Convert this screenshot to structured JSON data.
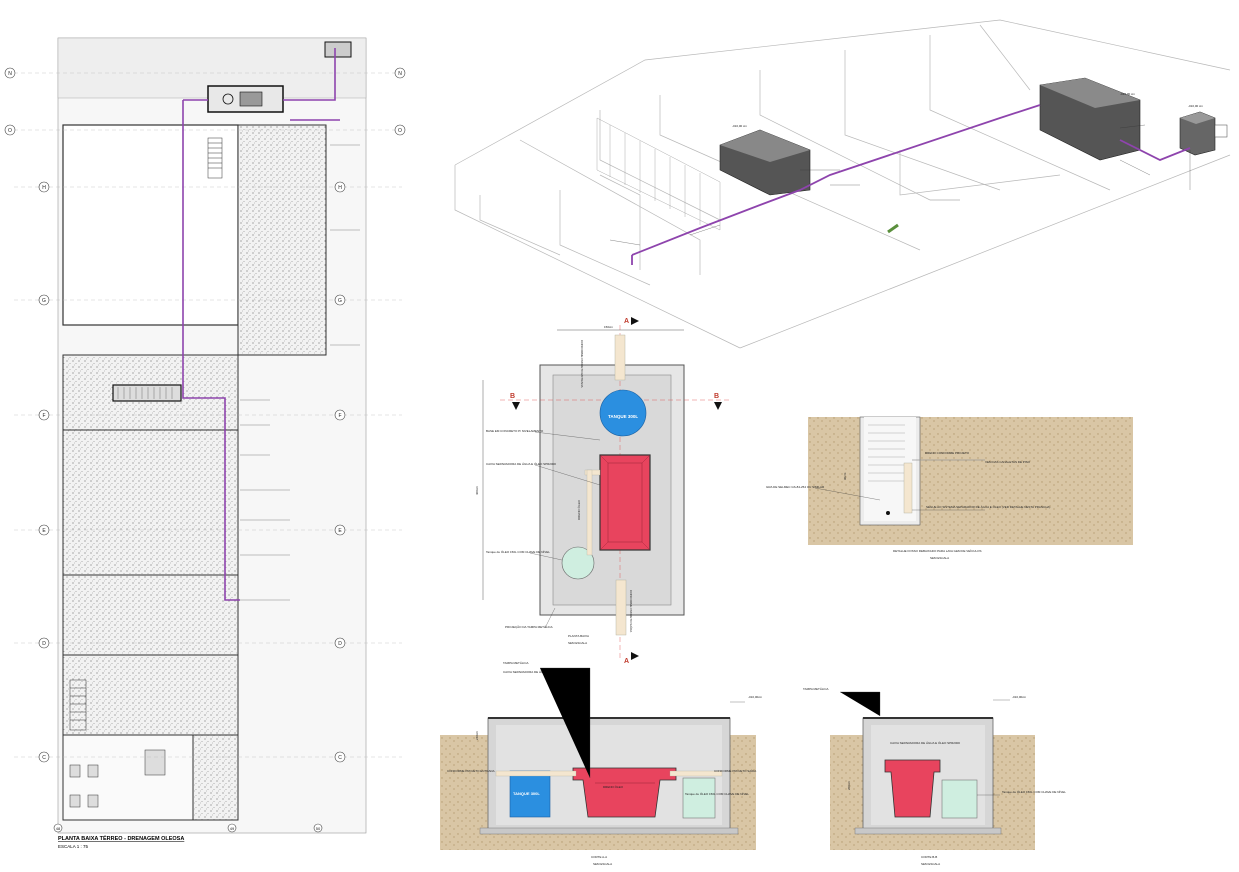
{
  "plan": {
    "title": "PLANTA BAIXA TÉRREO - DRENAGEM OLEOSA",
    "scale": "ESCALA 1 : 75",
    "grid_labels": [
      "N",
      "O",
      "H",
      "G",
      "F",
      "E",
      "D",
      "C"
    ],
    "bottom_grid": [
      "48",
      "49",
      "50"
    ]
  },
  "detail_plan": {
    "dim_top": "150cm",
    "dim_side": "400cm",
    "section_a": "A",
    "section_b": "B",
    "tank": "TANQUE 300L",
    "base": "BASE EM CONCRETO P/ NIVELAMENTO",
    "separator": "CAIXA SEPARADORA DE ÁGUA E ÓLEO SPR2000",
    "oil_tank": "Tanque de ÓLEO 150L COM CHAVE DE NÍVEL",
    "drain": "DRENO ÓLEO",
    "lid_projection": "PROJEÇÃO DA TAMPA METÁLICA",
    "conform_top": "CONFORME PROJETO ENTRADA",
    "conform_bottom": "CONFORME PROJETO SAÍDA",
    "caption": "PLANTA BAIXA",
    "caption_scale": "SEM ESCALA"
  },
  "pit_detail": {
    "dreno": "DRENO CONFORME PROJETO",
    "vem": "VEM DAS CANALETAS DE PISO",
    "grelha": "GRA DE SELMEC GS-84-254 OU SIMILAR",
    "segue": "SEGUE AO SISTEMA SEPARADOR DE ÁGUA E ÓLEO (VER DETALHE NESTA PRANCHA)",
    "dim": "90cm",
    "caption": "DETALHE FOSSO REBAIXADO PARA LAVA GEM DE VEÍCULOS",
    "caption_scale": "SEM ESCALA"
  },
  "section_aa": {
    "lid": "TAMPA METÁLICA",
    "separator": "CAIXA SEPARADORA DE ÁGUA E ÓLEO SPR2000",
    "level": "-010,00cm",
    "in": "CONFORME PROJETO ENTRADA",
    "out": "CONFORME PROJETO SAÍDA",
    "tank": "TANQUE 300L",
    "drain": "DRENO ÓLEO",
    "oil_tank": "Tanque de ÓLEO 150L COM CHAVE DE NÍVEL",
    "dim": "240cm",
    "caption": "CORTE A-A",
    "caption_scale": "SEM ESCALA"
  },
  "section_bb": {
    "lid": "TAMPA METÁLICA",
    "level": "-010,00cm",
    "separator": "CAIXA SEPARADORA DE ÁGUA E ÓLEO SPR2000",
    "oil_tank": "Tanque de ÓLEO 150L COM CHAVE DE NÍVEL",
    "dim": "200cm",
    "caption": "CORTE B-B",
    "caption_scale": "SEM ESCALA"
  },
  "iso": {
    "level1": "-010,00 cm",
    "level2": "-010,00 cm",
    "level3": "-010,00 cm"
  },
  "colors": {
    "pipe": "#8e44ad",
    "separator": "#e8445e",
    "tank": "#2b8fe0",
    "oil_tank": "#cfeee0",
    "soil": "#d9c6a5",
    "concrete": "#d6d6d6"
  }
}
